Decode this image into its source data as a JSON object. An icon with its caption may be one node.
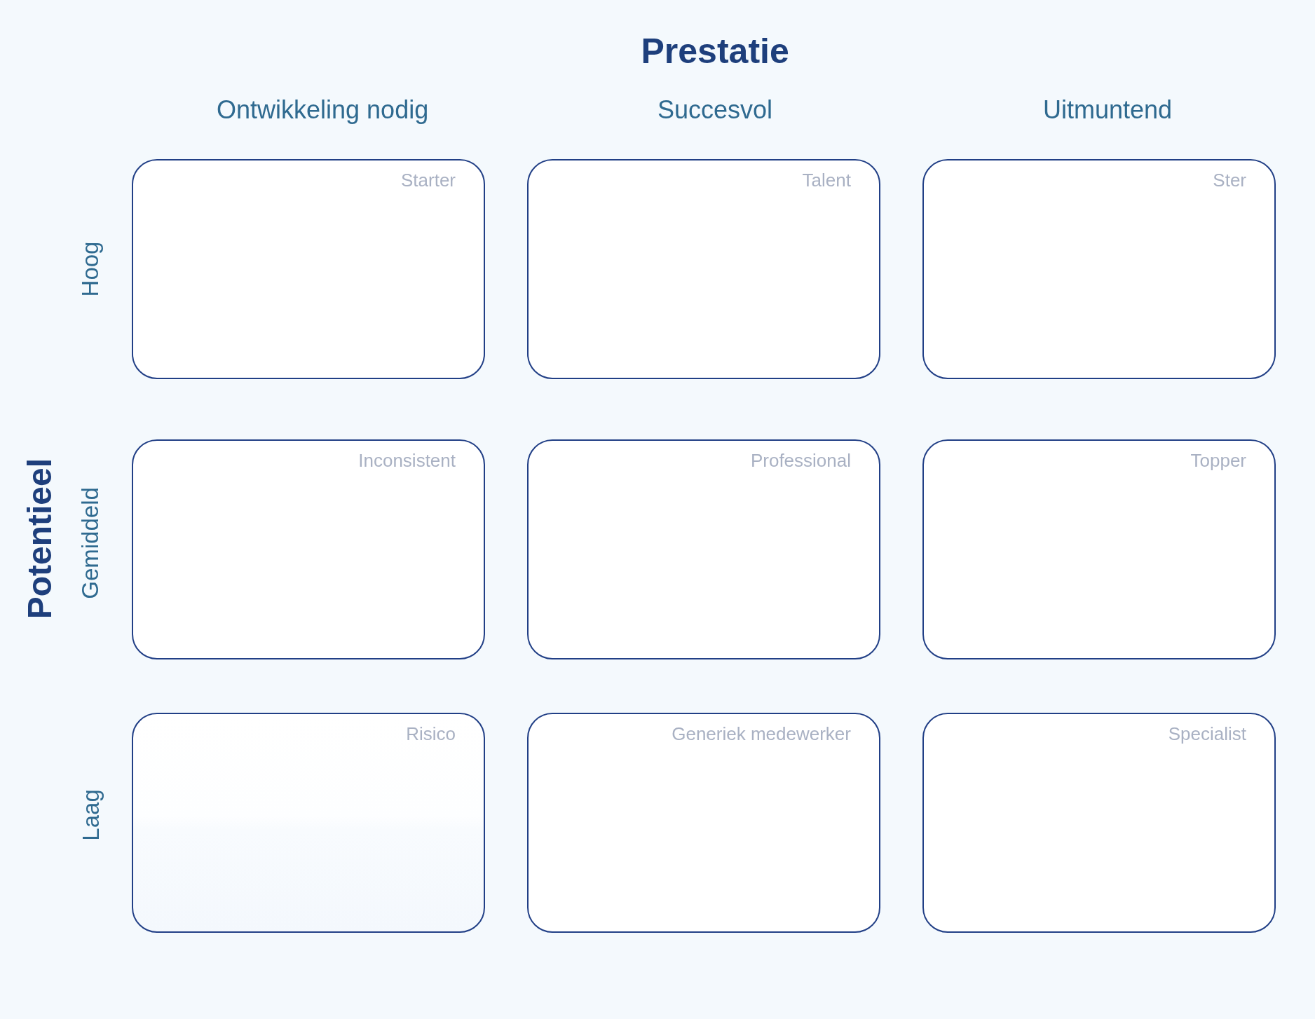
{
  "diagram": {
    "nodes": [
      {
        "text": [
          "Starter"
        ]
      },
      {
        "text": [
          "Talent"
        ]
      },
      {
        "text": [
          "Ster"
        ]
      },
      {
        "text": [
          "Inconsistent"
        ]
      },
      {
        "text": [
          "Professional"
        ]
      },
      {
        "text": [
          "Topper"
        ]
      },
      {
        "text": [
          "Risico"
        ]
      },
      {
        "text": [
          "Generiek medewerker"
        ]
      },
      {
        "text": [
          "Specialist"
        ]
      }
    ],
    "edges": [],
    "labels": [
      "Prestatie",
      "Ontwikkeling nodig",
      "Succesvol",
      "Uitmuntend",
      "Potentieel",
      "Hoog",
      "Gemiddeld",
      "Laag"
    ]
  }
}
